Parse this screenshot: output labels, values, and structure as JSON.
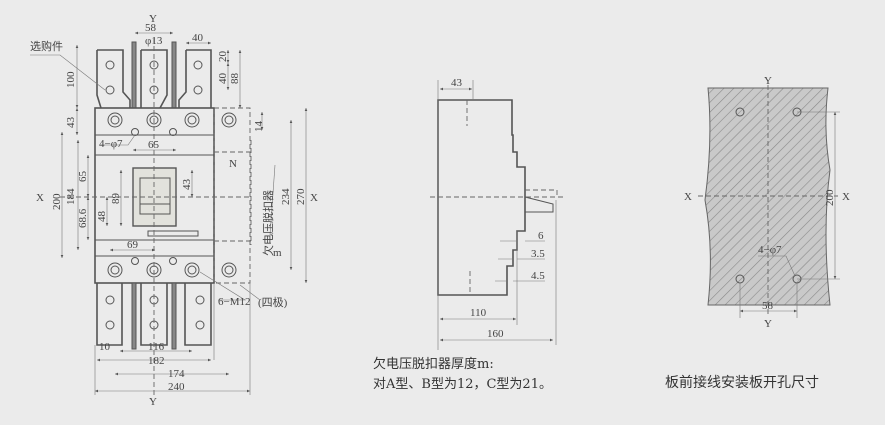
{
  "front_view": {
    "optional_part": "选购件",
    "axis_y_top": "Y",
    "axis_y_bottom": "Y",
    "axis_x_left": "X",
    "axis_x_right": "X",
    "neutral": "N",
    "holes": "4−φ7",
    "bolts": "6−M12",
    "four_pole": "(四极)",
    "undervoltage_release": "欠电压脱扣器",
    "m_label": "m",
    "dims": {
      "d58": "58",
      "d13": "φ13",
      "d40": "40",
      "d20": "20",
      "d40b": "40",
      "d88": "88",
      "d100": "100",
      "d43": "43",
      "d14": "14",
      "d65": "65",
      "d65v": "65",
      "d43v": "43",
      "d89": "89",
      "d200": "200",
      "d184": "184",
      "d68": "68.6",
      "d48": "48",
      "d69": "69",
      "d234": "234",
      "d270": "270",
      "d10": "10",
      "d116": "116",
      "d182": "182",
      "d174": "174",
      "d240": "240"
    }
  },
  "side_view": {
    "dims": {
      "d43": "43",
      "d6": "6",
      "d35": "3.5",
      "d45": "4.5",
      "d110": "110",
      "d160": "160"
    },
    "note_line1": "欠电压脱扣器厚度m:",
    "note_line2": "对A型、B型为12，C型为21。"
  },
  "cutout_view": {
    "axis_y_top": "Y",
    "axis_y_bottom": "Y",
    "axis_x_left": "X",
    "axis_x_right": "X",
    "holes": "4−φ7",
    "d200": "200",
    "d58": "58",
    "caption": "板前接线安装板开孔尺寸"
  }
}
